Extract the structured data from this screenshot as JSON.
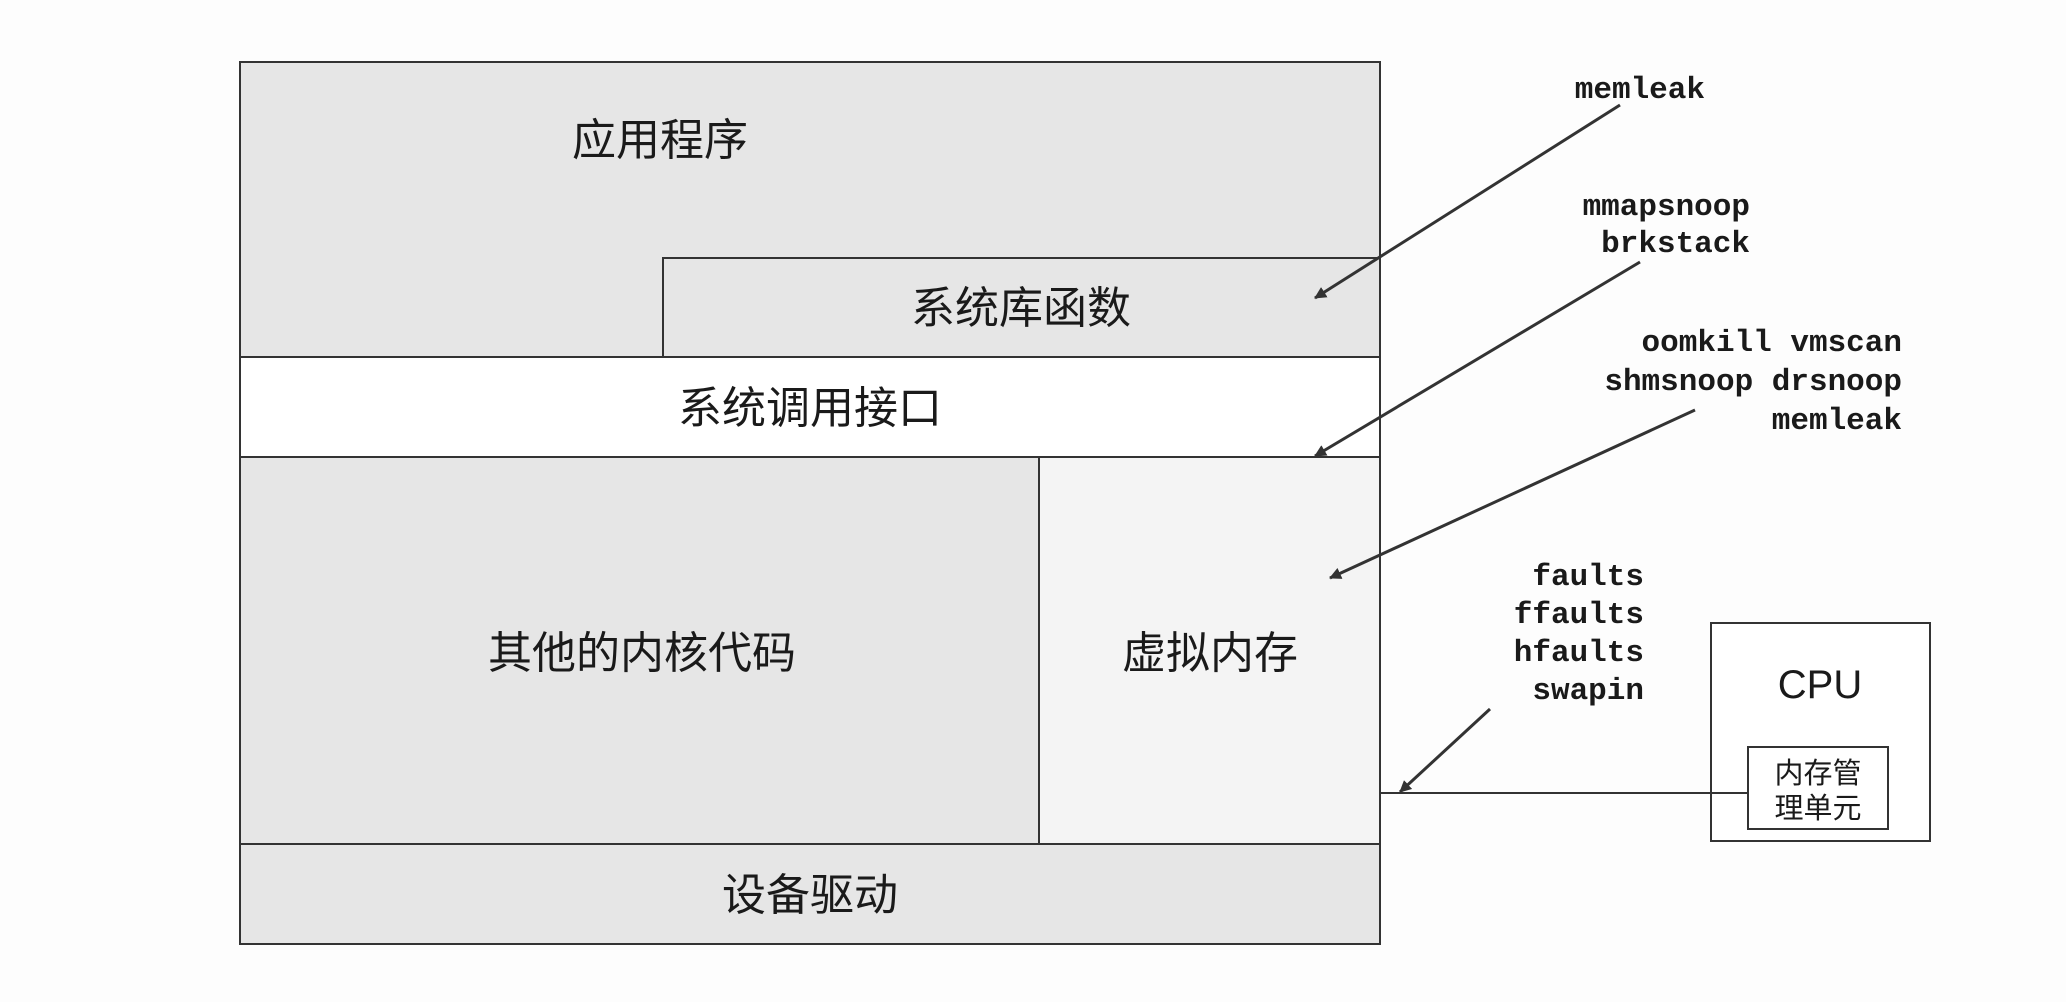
{
  "colors": {
    "shaded_fill": "#e6e6e6",
    "light_fill": "#f4f4f4",
    "white_fill": "#ffffff",
    "stroke": "#333333"
  },
  "layers": {
    "application": "应用程序",
    "system_library": "系统库函数",
    "syscall_interface": "系统调用接口",
    "other_kernel_code": "其他的内核代码",
    "virtual_memory": "虚拟内存",
    "device_drivers": "设备驱动"
  },
  "cpu": {
    "label": "CPU",
    "mmu_line1": "内存管",
    "mmu_line2": "理单元"
  },
  "tool_groups": {
    "library": [
      "memleak"
    ],
    "syscall": [
      "mmapsnoop",
      "brkstack"
    ],
    "vm": [
      "oomkill vmscan",
      "shmsnoop drsnoop",
      "memleak"
    ],
    "faults": [
      "faults",
      "ffaults",
      "hfaults",
      "swapin"
    ]
  }
}
